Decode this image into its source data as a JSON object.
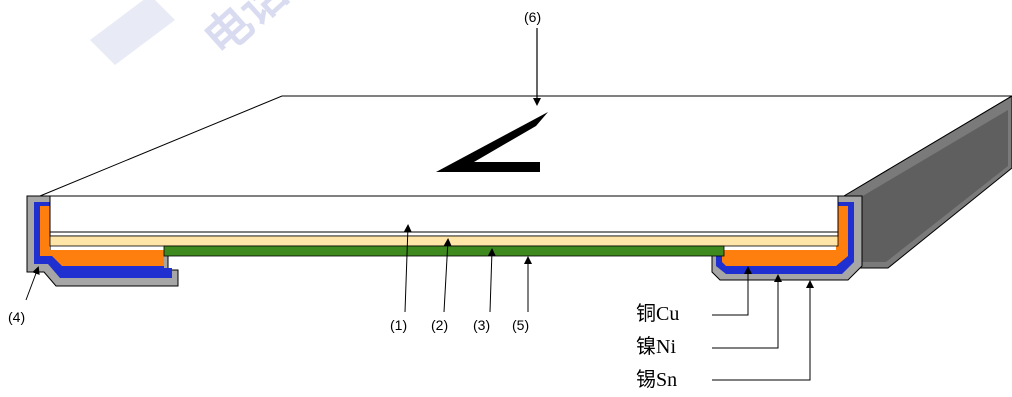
{
  "watermark": {
    "text": "电话：",
    "color": "#d9dcf0"
  },
  "callouts": {
    "layer_1": "(1)",
    "layer_2": "(2)",
    "layer_3": "(3)",
    "layer_4": "(4)",
    "layer_5": "(5)",
    "layer_6": "(6)"
  },
  "marking": {
    "glyph": "∠",
    "color": "#000000"
  },
  "terminal_layers": [
    {
      "label": "铜Cu",
      "color": "#ff7f0e"
    },
    {
      "label": "镍Ni",
      "color": "#1f2fd0"
    },
    {
      "label": "锡Sn",
      "color": "#a6a6a6"
    }
  ],
  "colors": {
    "body_top": "#ffffff",
    "body_side_dark": "#6b6b6b",
    "body_side_mid": "#8e8e8e",
    "layer_resistive": "#ffe6a8",
    "layer_overcoat": "#3f8a1f",
    "outline": "#000000"
  }
}
